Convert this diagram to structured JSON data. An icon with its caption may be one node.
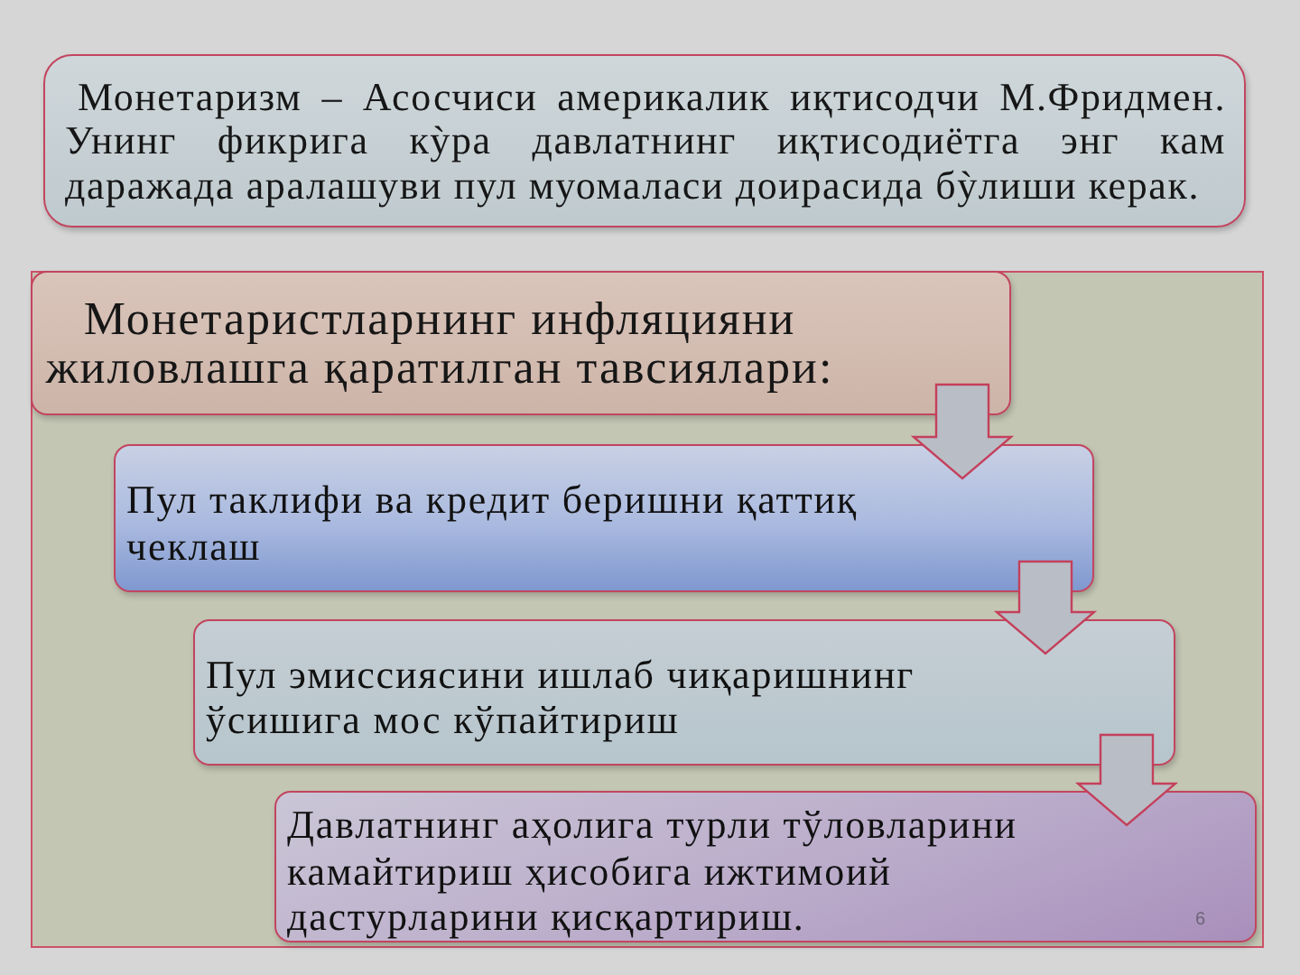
{
  "diagram": {
    "nodes": [
      {
        "text": [
          "Монетаризм – Асосчиси америкалик иқтисодчи М.Фридмен. Унинг фикрига кỳра давлатнинг иқтисодиётга энг кам даражада аралашуви пул муомаласи доирасида бỳлиши керак."
        ]
      },
      {
        "text": [],
        "shape": "box"
      },
      {
        "text": [
          "Монетаристларнинг инфляцияни жиловлашга қаратилган тавсиялари:"
        ],
        "in": 1
      },
      {
        "text": [
          "Пул таклифи ва кредит беришни қаттиқ чеклаш"
        ],
        "in": 1
      },
      {
        "text": [
          "Пул эмиссиясини ишлаб чиқаришнинг ўсишига мос кўпайтириш"
        ],
        "in": 1
      },
      {
        "text": [
          "Давлатнинг аҳолига турли тўловларини камайтириш ҳисобига ижтимоий дастурларини қисқартириш."
        ],
        "in": 1
      }
    ],
    "edges": [
      {
        "from": 2,
        "to": 3,
        "arrow": "to"
      },
      {
        "from": 3,
        "to": 4,
        "arrow": "to"
      },
      {
        "from": 4,
        "to": 5,
        "arrow": "to"
      }
    ],
    "labels": [
      "6"
    ]
  }
}
